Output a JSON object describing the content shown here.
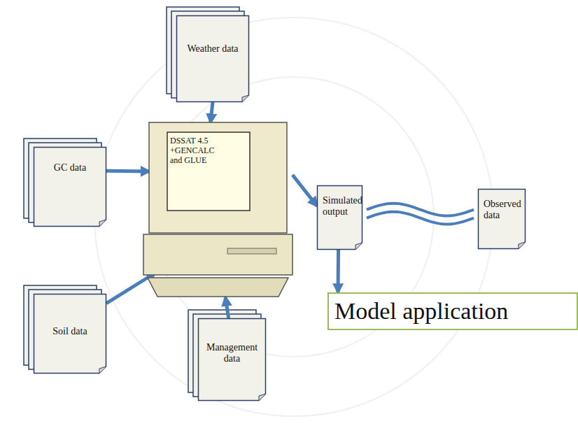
{
  "diagram": {
    "nodes": [
      {
        "text": [
          "Weather data"
        ]
      },
      {
        "text": [
          "GC data"
        ]
      },
      {
        "text": [
          "DSSAT 4.5 +GENCALC and GLUE"
        ]
      },
      {
        "text": [
          "Soil data"
        ]
      },
      {
        "text": [
          "Management data"
        ]
      },
      {
        "text": [
          "Simulated output"
        ]
      },
      {
        "text": [
          "Observed data"
        ]
      },
      {
        "text": [
          "Model application"
        ]
      }
    ],
    "edges": [
      {
        "from": 0,
        "to": 2,
        "arrow": "to"
      },
      {
        "from": 1,
        "to": 2,
        "arrow": "to"
      },
      {
        "from": 3,
        "to": 2,
        "arrow": "to"
      },
      {
        "from": 4,
        "to": 2,
        "arrow": "to"
      },
      {
        "from": 2,
        "to": 5,
        "arrow": "to"
      },
      {
        "from": 5,
        "to": 6,
        "arrow": "none"
      },
      {
        "from": 5,
        "to": 7,
        "arrow": "to"
      }
    ]
  }
}
